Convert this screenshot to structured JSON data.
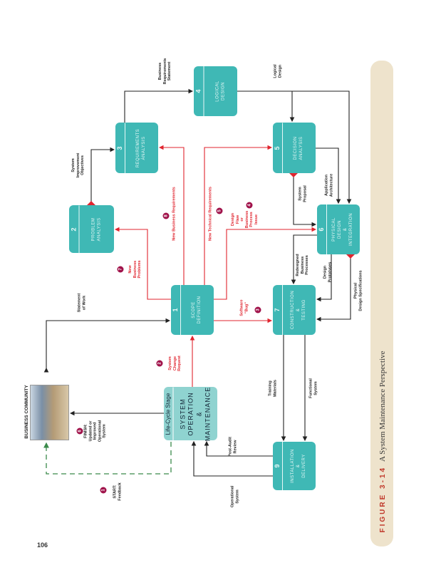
{
  "page_number": "106",
  "figure": {
    "label": "FIGURE 3-14",
    "title": "A System Maintenance Perspective"
  },
  "business_community": "BUSINESS COMMUNITY",
  "stages": [
    {
      "number": "1",
      "title": "SCOPE\nDEFINITION"
    },
    {
      "number": "2",
      "title": "PROBLEM\nANALYSIS"
    },
    {
      "number": "3",
      "title": "REQUIREMENTS\nANALYSIS"
    },
    {
      "number": "4",
      "title": "LOGICAL\nDESIGN"
    },
    {
      "number": "5",
      "title": "DECISION\nANALYSIS"
    },
    {
      "number": "6",
      "title": "PHYSICAL\nDESIGN\n&\nINTEGRATION"
    },
    {
      "number": "7",
      "title": "CONSTRUCTION\n&\nTESTING"
    },
    {
      "number": "Life-Cycle Stage",
      "title": "SYSTEM\nOPERATION\n&\nMAINTENANCE"
    },
    {
      "number": "9",
      "title": "INSTALLATION\n&\nDELIVERY"
    }
  ],
  "flows": {
    "statement_of_work": "Statement\nof Work",
    "system_improvement_objectives": "System\nImprovement\nObjectives",
    "business_requirements_statement": "Business\nRequirements\nStatement",
    "logical_design": "Logical\nDesign",
    "application_architecture": "Application\nArchitecture",
    "system_proposal": "System\nProposal",
    "redesigned_business_processes": "Redesigned\nBusiness\nProcesses",
    "design_prototypes": "Design\nPrototypes",
    "physical_design_specifications": "Physical\nDesign Specifications",
    "training_materials": "Training\nMaterials",
    "functional_system": "Functional\nSystem",
    "post_audit_review": "Post-Audit\nReview",
    "operational_system": "Operational\nSystem"
  },
  "events": [
    {
      "number": "1",
      "label": "START:\nFeedback"
    },
    {
      "number": "2",
      "label": "System\nChange\nRequest"
    },
    {
      "number": "3",
      "label": "Software\n\"Bug\""
    },
    {
      "number": "4",
      "label": "Design\nFlaw\nor\nBusiness\nProcess\nIssue"
    },
    {
      "number": "5",
      "label": "New Technical Requirements"
    },
    {
      "number": "6",
      "label": "FINISH:\nUpdated or\nImproved\nOperational\nSystem"
    },
    {
      "number": "7",
      "label": "New\nBusiness\nProblems"
    },
    {
      "number": "8",
      "label": "New Business Requirements"
    }
  ],
  "colors": {
    "stage": "#3fb8b5",
    "stage_light": "#8fd3d0",
    "event_flow": "#e0252f",
    "badge": "#a0124a",
    "feedback": "#3a8a4a"
  }
}
